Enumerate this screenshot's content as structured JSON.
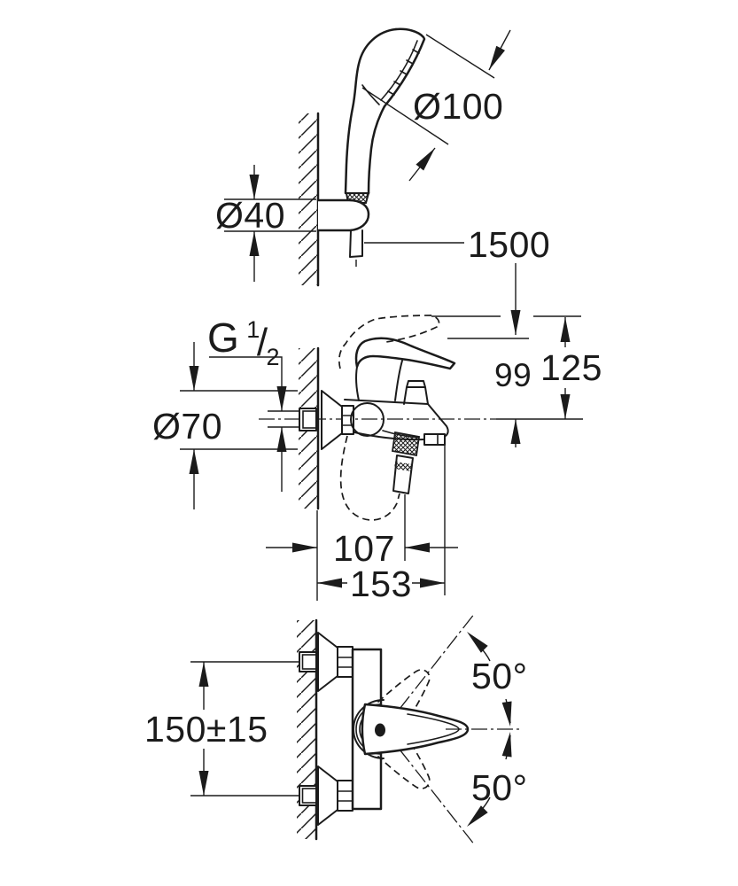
{
  "title": "Bath shower mixer installation dimensional drawing",
  "colors": {
    "background": "#ffffff",
    "ink": "#1b1b1b"
  },
  "views": {
    "hand_shower": {
      "label": "hand shower with wall holder",
      "dims": {
        "head_diameter": "Ø100",
        "holder_diameter": "Ø40",
        "hose_length": "1500"
      }
    },
    "side": {
      "label": "mixer side view",
      "dims": {
        "thread_g": "G",
        "thread_num": "1",
        "thread_slash": "/",
        "thread_den": "2",
        "rosette_diameter": "Ø70",
        "height_to_lever": "99",
        "overall_height": "125",
        "outlet_projection": "107",
        "spout_projection": "153"
      }
    },
    "front": {
      "label": "mixer front view",
      "dims": {
        "connection_centers": "150±15",
        "swivel_angle_upper": "50°",
        "swivel_angle_lower": "50°"
      }
    }
  }
}
